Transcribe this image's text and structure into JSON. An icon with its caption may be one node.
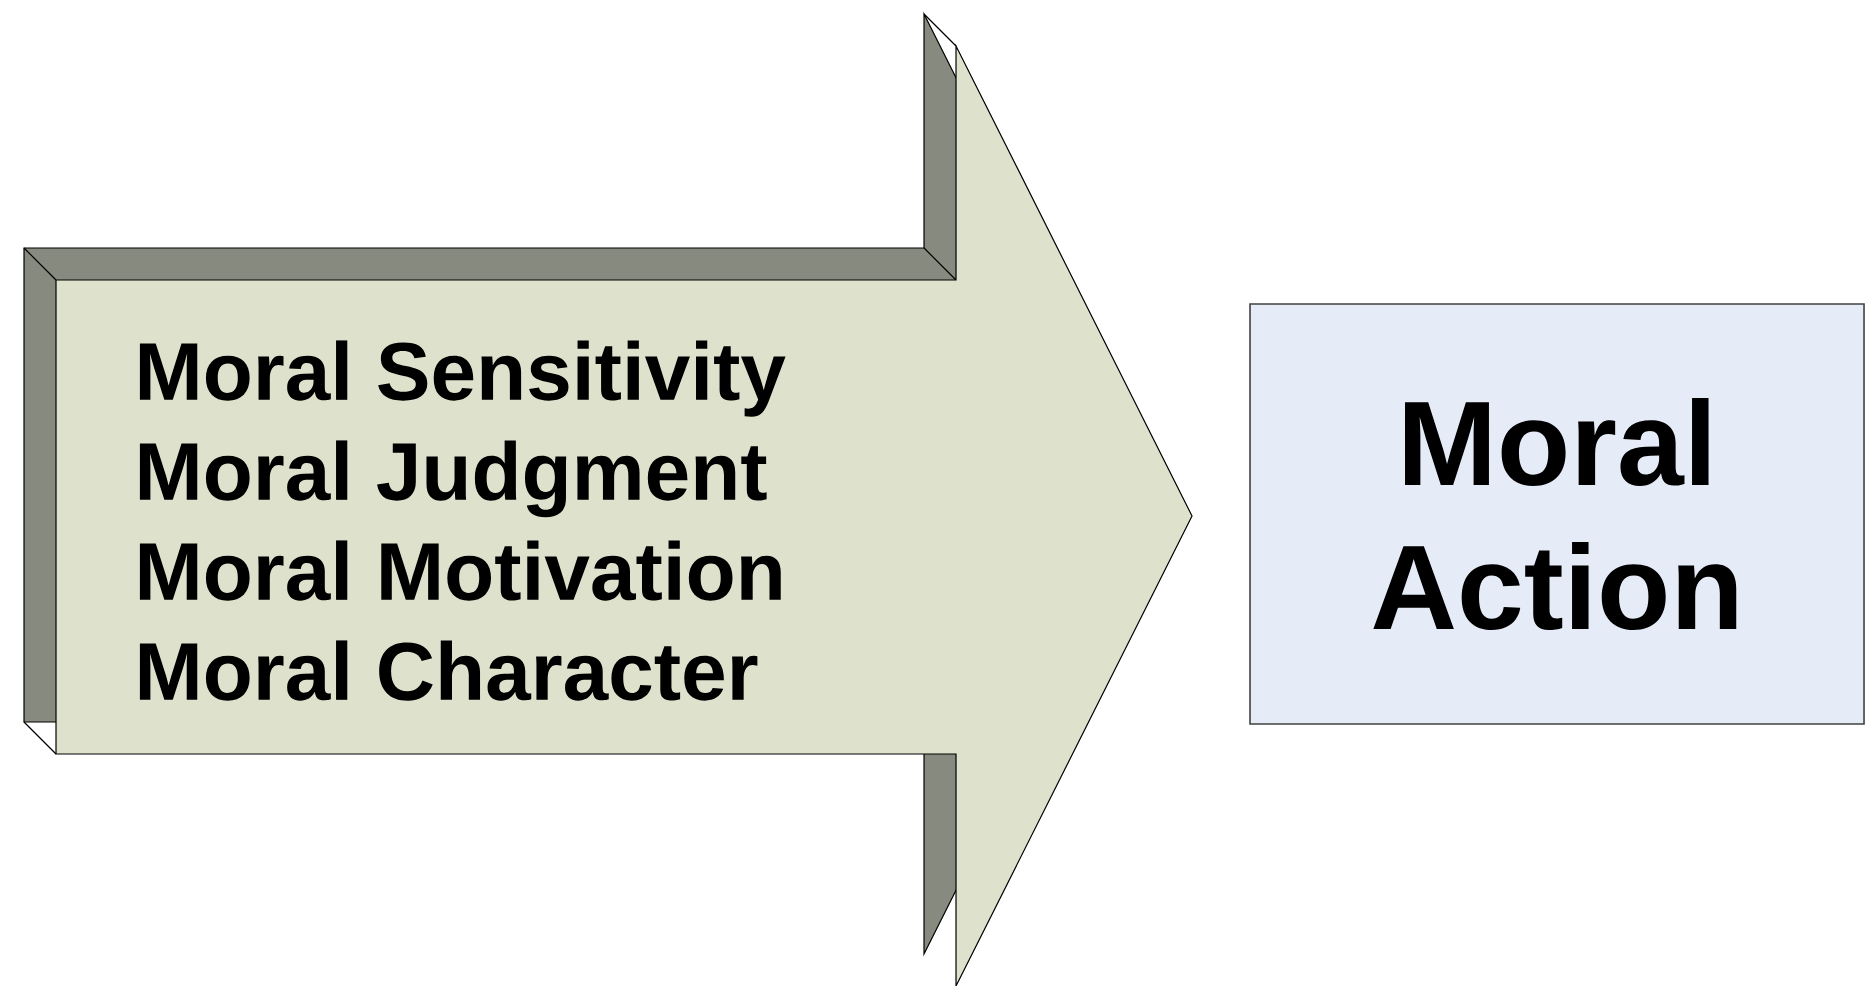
{
  "diagram": {
    "nodes": [
      {
        "text": [
          "Moral Sensitivity",
          "Moral Judgment",
          "Moral Motivation",
          "Moral Character"
        ]
      },
      {
        "text": [
          "Moral Action"
        ]
      }
    ]
  }
}
